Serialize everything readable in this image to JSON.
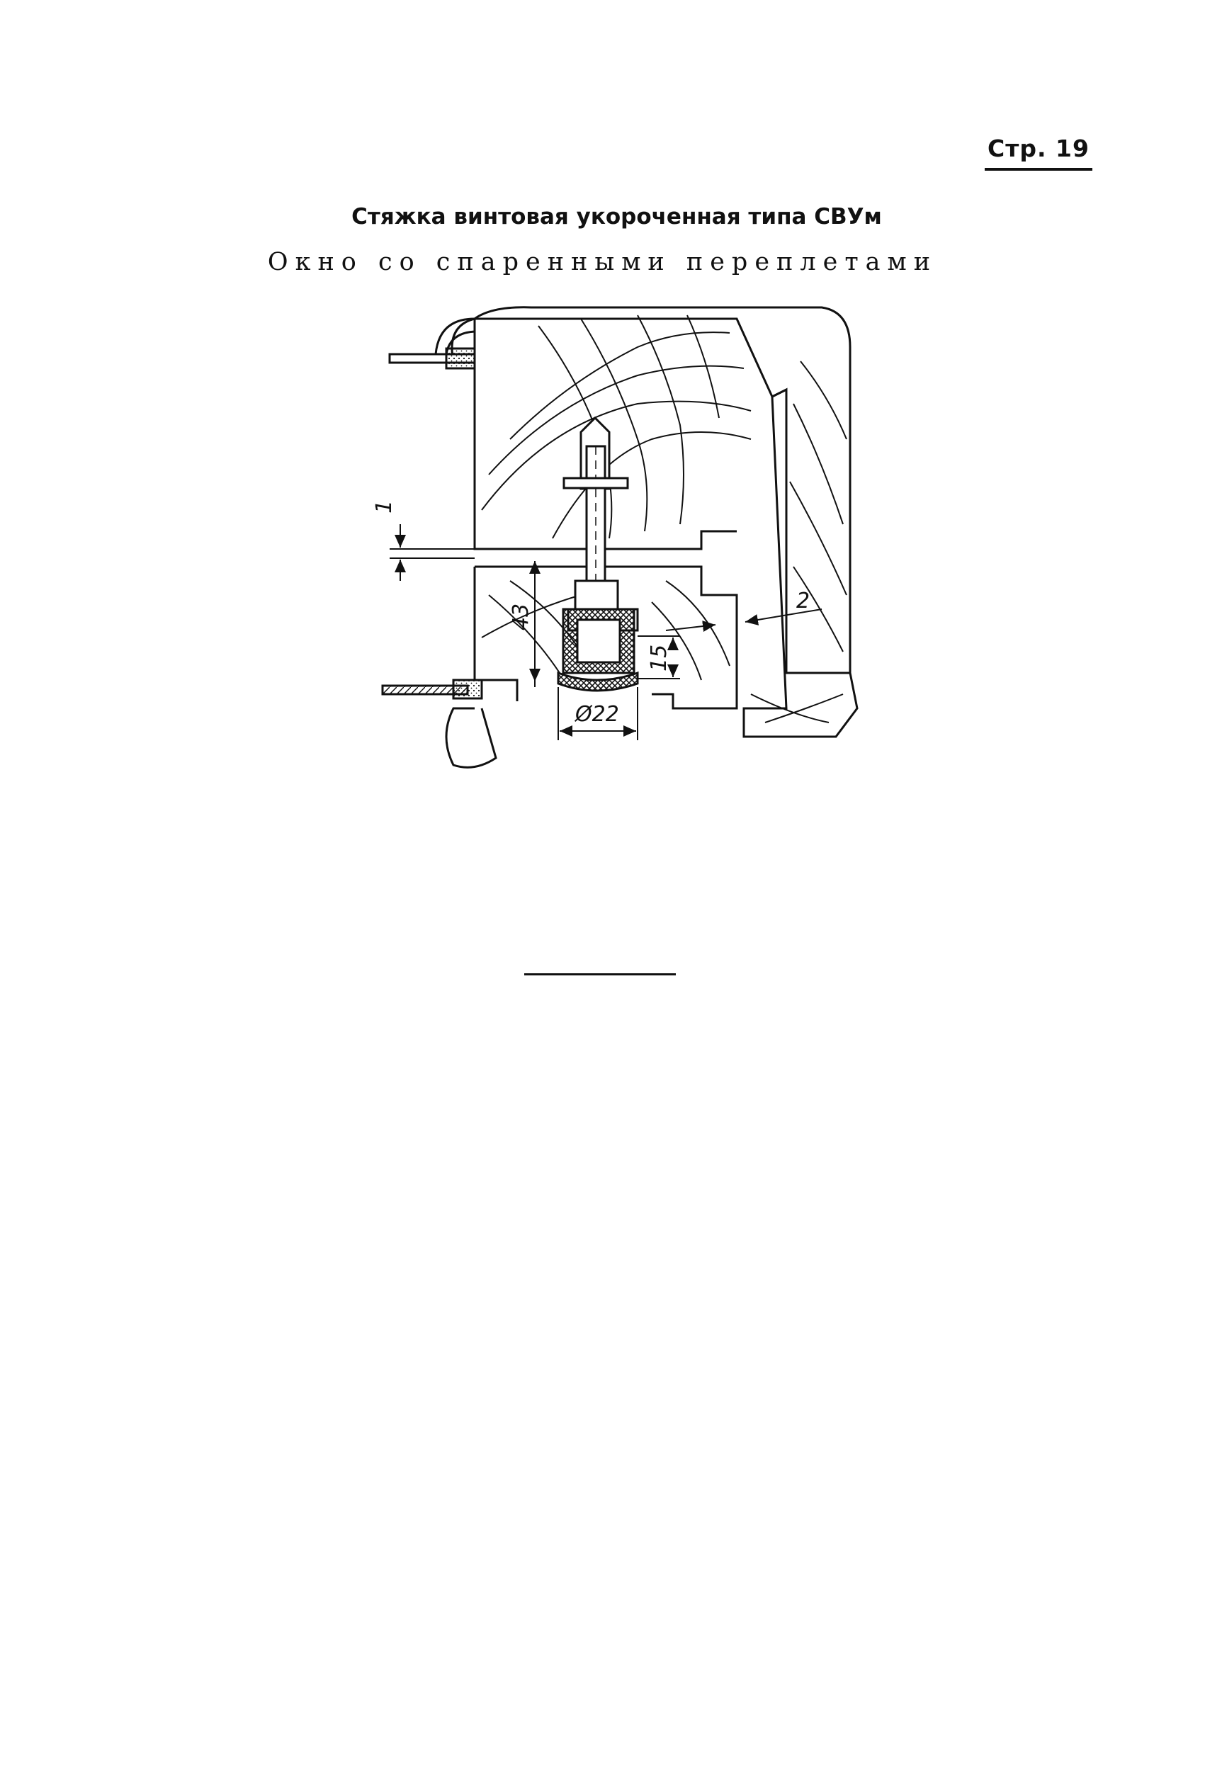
{
  "header": {
    "page_number": "Стр. 19"
  },
  "title": "Стяжка винтовая укороченная типа СВУм",
  "subtitle": "Окно со спаренными переплетами",
  "drawing": {
    "labels": {
      "item_1": "1",
      "item_2": "2",
      "dim_43": "43",
      "dim_15": "15",
      "dim_diameter": "Ø22"
    }
  }
}
